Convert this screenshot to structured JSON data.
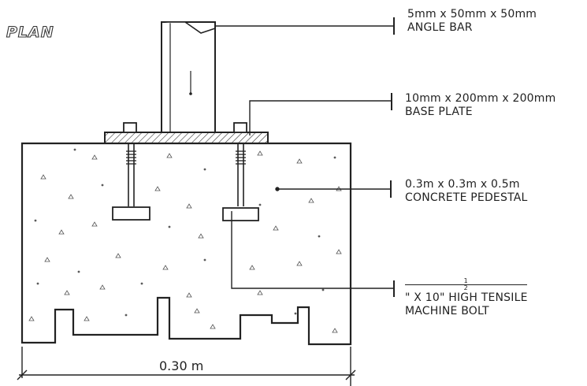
{
  "title": "PLAN",
  "labels": {
    "angle_bar": {
      "line1": "5mm x 50mm x 50mm",
      "line2": "ANGLE BAR"
    },
    "base_plate": {
      "line1": "10mm x 200mm x 200mm",
      "line2": "BASE PLATE"
    },
    "pedestal": {
      "line1": "0.3m x 0.3m x 0.5m",
      "line2": "CONCRETE PEDESTAL"
    },
    "bolt": {
      "fraction_num": "1",
      "fraction_den": "2",
      "line1_rest": "\" X 10\" HIGH TENSILE",
      "line2": "MACHINE BOLT"
    }
  },
  "dimension": {
    "width": "0.30 m"
  },
  "colors": {
    "ink": "#222222",
    "paper": "#ffffff"
  }
}
